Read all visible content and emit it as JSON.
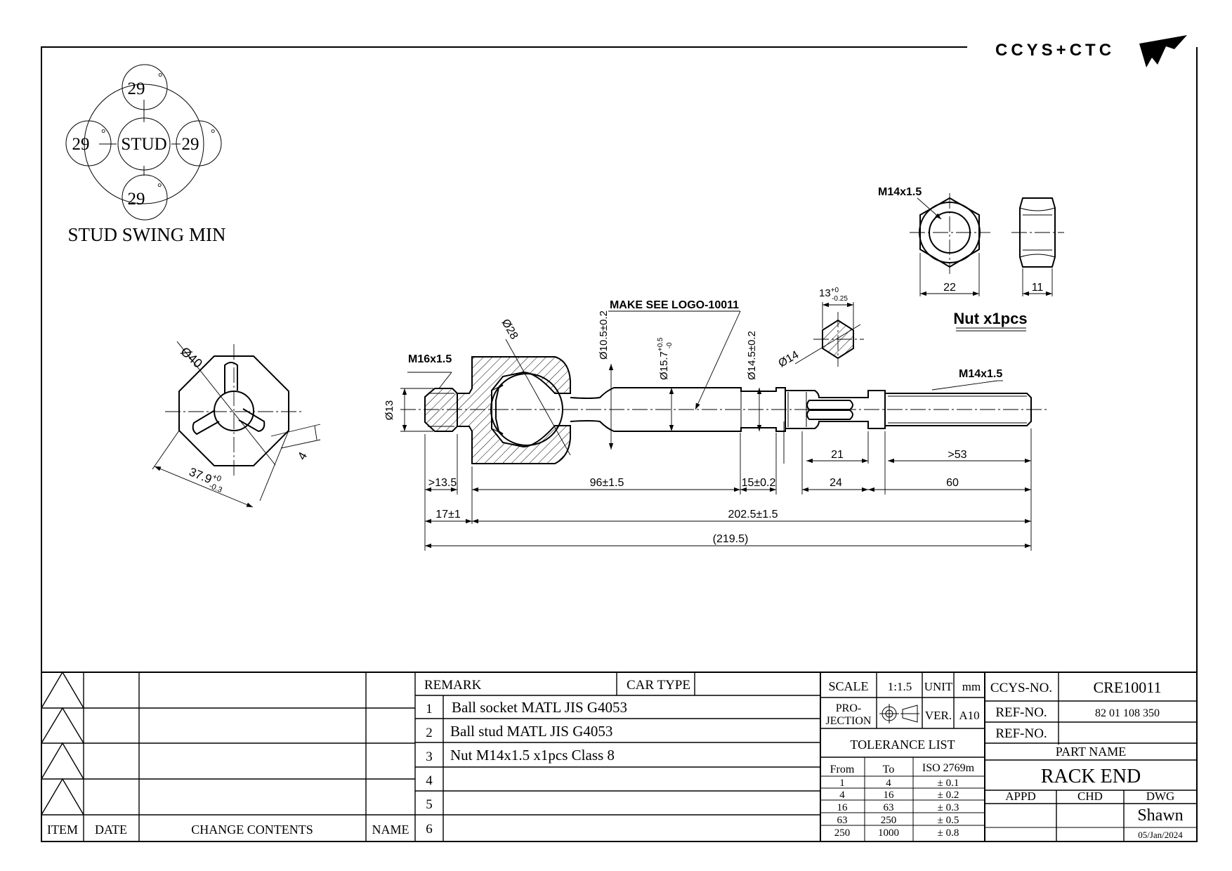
{
  "logo": {
    "text": "CCYS+CTC"
  },
  "stud_swing": {
    "center_label": "STUD",
    "angles": [
      "29",
      "29",
      "29",
      "29"
    ],
    "degree_symbol": "°",
    "caption": "STUD SWING MIN"
  },
  "section_view": {
    "dia": "Ø40",
    "across_flats": "37.9",
    "tol_upper": "+0",
    "tol_lower": "-0.3",
    "slot": "4"
  },
  "nut_view": {
    "thread": "M14x1.5",
    "width": "22",
    "height": "11",
    "caption": "Nut x1pcs"
  },
  "rod_section": {
    "flats": "13",
    "tol_upper": "+0",
    "tol_lower": "-0.25",
    "dia": "Ø14"
  },
  "main_view": {
    "thread_left": "M16x1.5",
    "dia_left": "Ø13",
    "ball_dia": "Ø28",
    "logo_note": "MAKE SEE LOGO-10011",
    "neck_dia": "Ø10.5±0.2",
    "shaft_dia": "Ø15.7",
    "shaft_tol_upper": "+0.5",
    "shaft_tol_lower": "-0",
    "collar_dia": "Ø14.5±0.2",
    "thread_right": "M14x1.5",
    "dims": {
      "d_13_5": ">13.5",
      "d_96": "96±1.5",
      "d_15": "15±0.2",
      "d_21": "21",
      "d_53": ">53",
      "d_24": "24",
      "d_60": "60",
      "d_17": "17±1",
      "d_202": "202.5±1.5",
      "d_219": "(219.5)"
    }
  },
  "revision_table": {
    "headers": [
      "ITEM",
      "DATE",
      "CHANGE CONTENTS",
      "NAME"
    ]
  },
  "remarks": {
    "header": "REMARK",
    "car_type_label": "CAR TYPE",
    "car_type_value": "",
    "items": [
      {
        "no": "1",
        "text": "Ball socket MATL JIS G4053"
      },
      {
        "no": "2",
        "text": "Ball stud MATL JIS G4053"
      },
      {
        "no": "3",
        "text": "Nut M14x1.5 x1pcs Class 8"
      },
      {
        "no": "4",
        "text": ""
      },
      {
        "no": "5",
        "text": ""
      },
      {
        "no": "6",
        "text": ""
      }
    ]
  },
  "spec": {
    "scale_label": "SCALE",
    "scale_value": "1:1.5",
    "unit_label": "UNIT",
    "unit_value": "mm",
    "projection_label_1": "PRO-",
    "projection_label_2": "JECTION",
    "ver_label": "VER.",
    "ver_value": "A10"
  },
  "tolerance_list": {
    "title": "TOLERANCE LIST",
    "headers": [
      "From",
      "To",
      "ISO 2769m"
    ],
    "rows": [
      [
        "1",
        "4",
        "± 0.1"
      ],
      [
        "4",
        "16",
        "± 0.2"
      ],
      [
        "16",
        "63",
        "± 0.3"
      ],
      [
        "63",
        "250",
        "± 0.5"
      ],
      [
        "250",
        "1000",
        "± 0.8"
      ]
    ]
  },
  "title_block": {
    "ccys_no_label": "CCYS-NO.",
    "ccys_no_value": "CRE10011",
    "ref_no_label": "REF-NO.",
    "ref_no_value": "82 01 108 350",
    "ref_no2_label": "REF-NO.",
    "ref_no2_value": "",
    "part_name_label": "PART NAME",
    "part_name_value": "RACK END",
    "appd_label": "APPD",
    "chd_label": "CHD",
    "dwg_label": "DWG",
    "dwg_name": "Shawn",
    "date": "05/Jan/2024"
  }
}
